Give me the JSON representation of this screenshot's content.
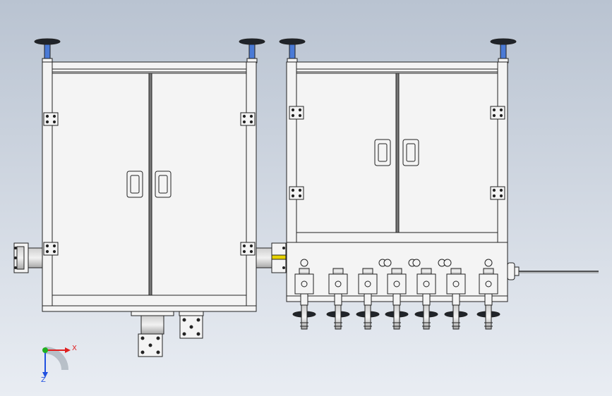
{
  "viewport": {
    "background_top": "#b9c3d1",
    "background_bottom": "#e9edf3"
  },
  "triad": {
    "x_label": "X",
    "z_label": "Z",
    "x_color": "#e02020",
    "y_color": "#20b020",
    "z_color": "#2050e0"
  },
  "colors": {
    "frame_fill": "#f4f4f4",
    "outline": "#222222",
    "handwheel_fill": "#20242a",
    "screw_blue": "#4a7ad6",
    "accent_yellow": "#e6d200"
  },
  "machine": {
    "left_cabinet_doors": 2,
    "right_cabinet_doors": 2,
    "top_handwheels": 4,
    "valve_stations": 7
  }
}
